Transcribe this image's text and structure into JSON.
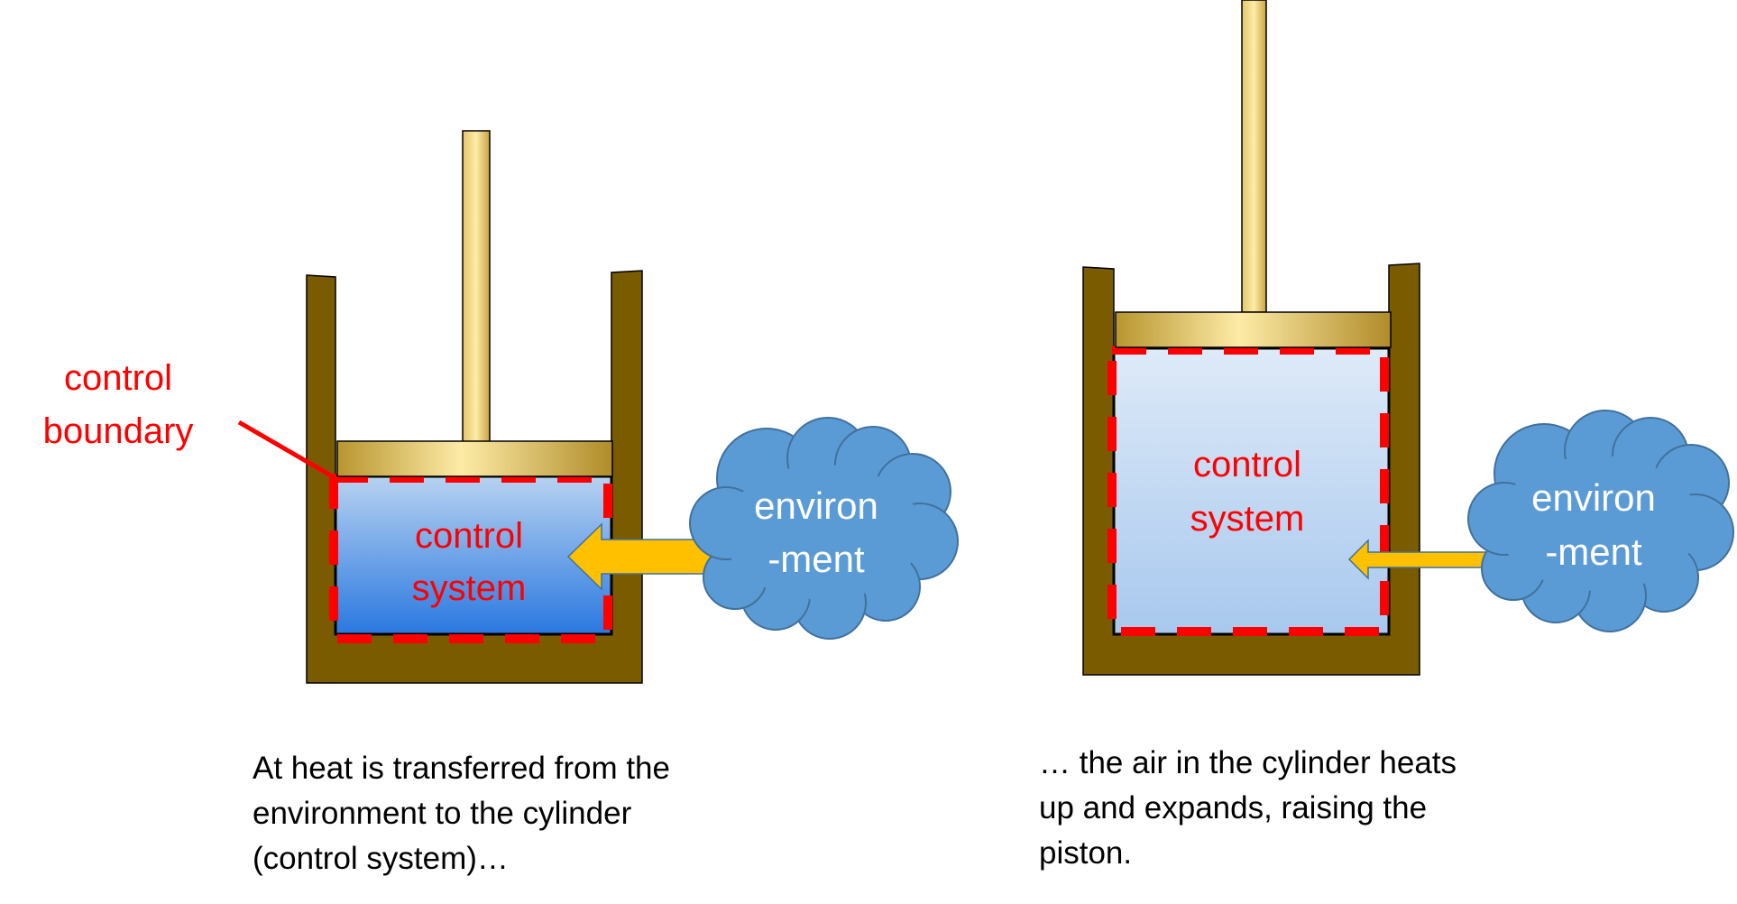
{
  "colors": {
    "wall": "#7a5b00",
    "piston_light": "#fbe7a1",
    "piston_dark": "#b38f2e",
    "gas_top_left": "#b7d2f0",
    "gas_bottom_left": "#2a78e0",
    "gas_top_right": "#deeaf8",
    "gas_bottom_right": "#a8c8ee",
    "boundary": "#ff0000",
    "arrow": "#ffc000",
    "cloud": "#5b9bd5",
    "cloud_stroke": "#41719c"
  },
  "left_panel": {
    "boundary_label_line1": "control",
    "boundary_label_line2": "boundary",
    "system_label_line1": "control",
    "system_label_line2": "system",
    "env_label_line1": "environ",
    "env_label_line2": "-ment",
    "caption_line1": "At heat is transferred from the",
    "caption_line2": "environment to the cylinder",
    "caption_line3": "(control system)…"
  },
  "right_panel": {
    "system_label_line1": "control",
    "system_label_line2": "system",
    "env_label_line1": "environ",
    "env_label_line2": "-ment",
    "caption_line1": "… the air in the cylinder heats",
    "caption_line2": "up and expands, raising the",
    "caption_line3": "piston."
  }
}
